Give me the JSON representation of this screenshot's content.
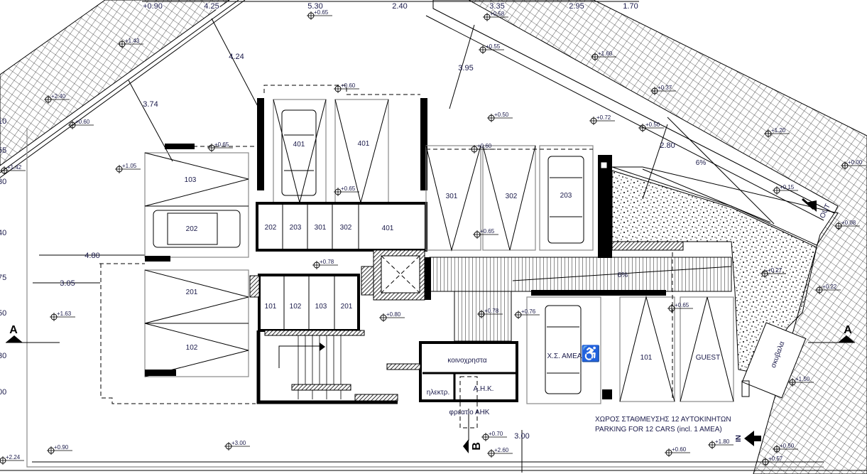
{
  "drawing": {
    "title_lines": [
      "ΧΩΡΟΣ ΣΤΑΘΜΕΥΣΗΣ   12 ΑΥΤΟΚΙΝΗΤΩΝ",
      "PARKING FOR 12 CARS (incl. 1 AMEA)"
    ],
    "top_partial_labels": [
      "+0.90",
      "4.25",
      "5.30",
      "2.40",
      "3.35",
      "2.95",
      "1.70"
    ],
    "left_partial_labels": [
      "10",
      "55",
      "30",
      "40",
      "75",
      "50",
      "30",
      "00"
    ]
  },
  "parking_spaces": [
    "103",
    "202",
    "201",
    "102",
    "401",
    "401",
    "301",
    "302",
    "203",
    "Χ.Σ. ΑΜΕΑ",
    "101",
    "GUEST"
  ],
  "storage_top": [
    "202",
    "203",
    "301",
    "302",
    "401"
  ],
  "storage_bottom": [
    "101",
    "102",
    "103",
    "201"
  ],
  "rooms": {
    "common": "κοινοχρηστα",
    "electrical": "ηλεκτρ.",
    "ahk": "Α.Η.Κ.",
    "ahk_shaft": "φρεατιο ΑΗΚ",
    "bins": "σκυβαλα"
  },
  "dimensions": [
    "4.24",
    "3.74",
    "3.95",
    "4.80",
    "3.05",
    "3.00",
    "2.80"
  ],
  "slopes": [
    "6%",
    "6%"
  ],
  "markers": {
    "section_a": "A",
    "section_b": "B",
    "entry": "IN",
    "exit": "OUT"
  },
  "elevations": [
    "+0.65",
    "+1.43",
    "+2.40",
    "+0.60",
    "+0.65",
    "+1.42",
    "+1.05",
    "+0.60",
    "+0.65",
    "+0.58",
    "+0.55",
    "+1.60",
    "+0.37",
    "+0.50",
    "+0.72",
    "+0.50",
    "+0.60",
    "+1.20",
    "+0.15",
    "+0.00",
    "+0.08",
    "+0.65",
    "+0.27",
    "+0.22",
    "+0.65",
    "+0.76",
    "+0.78",
    "+0.78",
    "+0.80",
    "+1.63",
    "+0.90",
    "+2.24",
    "+3.00",
    "+0.70",
    "+2.60",
    "+0.60",
    "+1.80",
    "+0.50",
    "+0.57",
    "+1.50"
  ]
}
